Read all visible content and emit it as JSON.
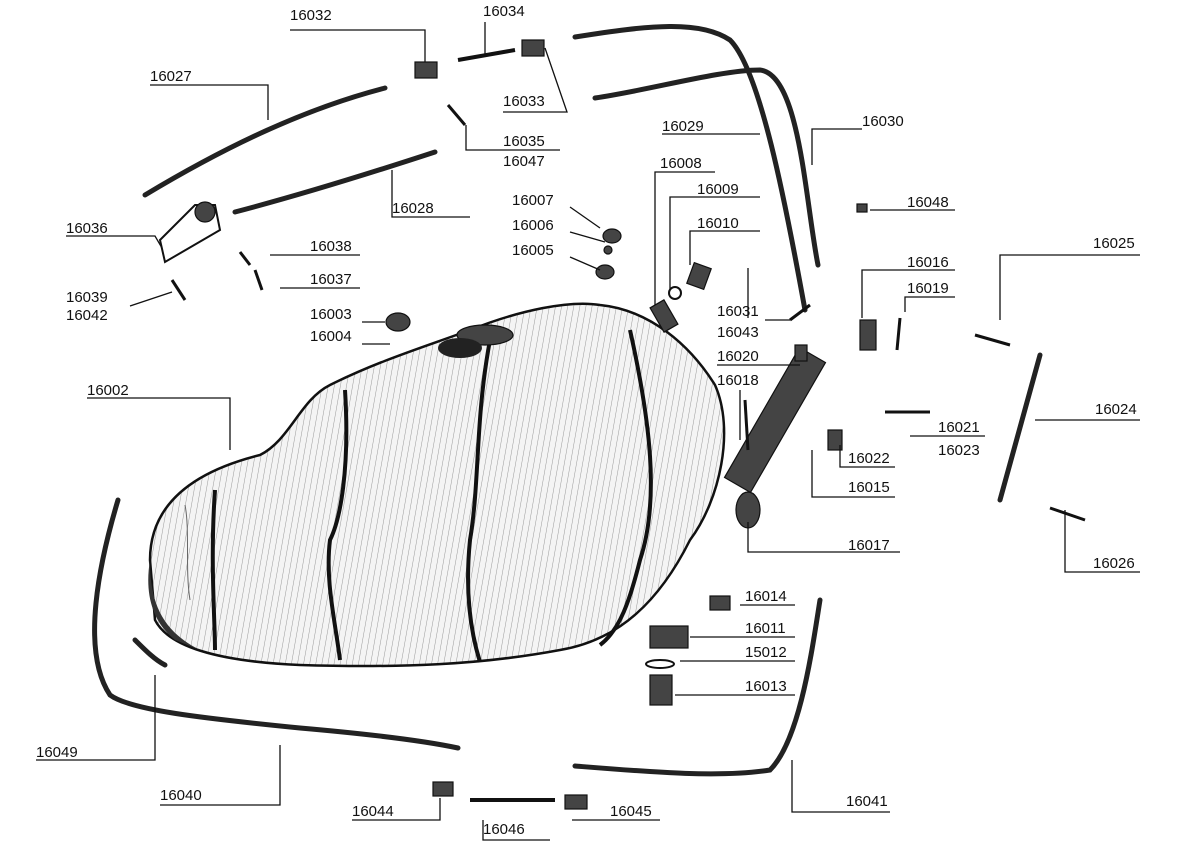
{
  "title": "Fuel tank exploded parts diagram",
  "labels": [
    "16032",
    "16034",
    "16027",
    "16033",
    "16035",
    "16047",
    "16029",
    "16030",
    "16008",
    "16007",
    "16009",
    "16006",
    "16010",
    "16005",
    "16028",
    "16036",
    "16048",
    "16038",
    "16037",
    "16039",
    "16042",
    "16025",
    "16016",
    "16019",
    "16031",
    "16043",
    "16003",
    "16004",
    "16020",
    "16018",
    "16002",
    "16024",
    "16021",
    "16023",
    "16022",
    "16015",
    "16017",
    "16026",
    "16014",
    "16011",
    "15012",
    "16013",
    "16049",
    "16040",
    "16041",
    "16044",
    "16045",
    "16046"
  ]
}
